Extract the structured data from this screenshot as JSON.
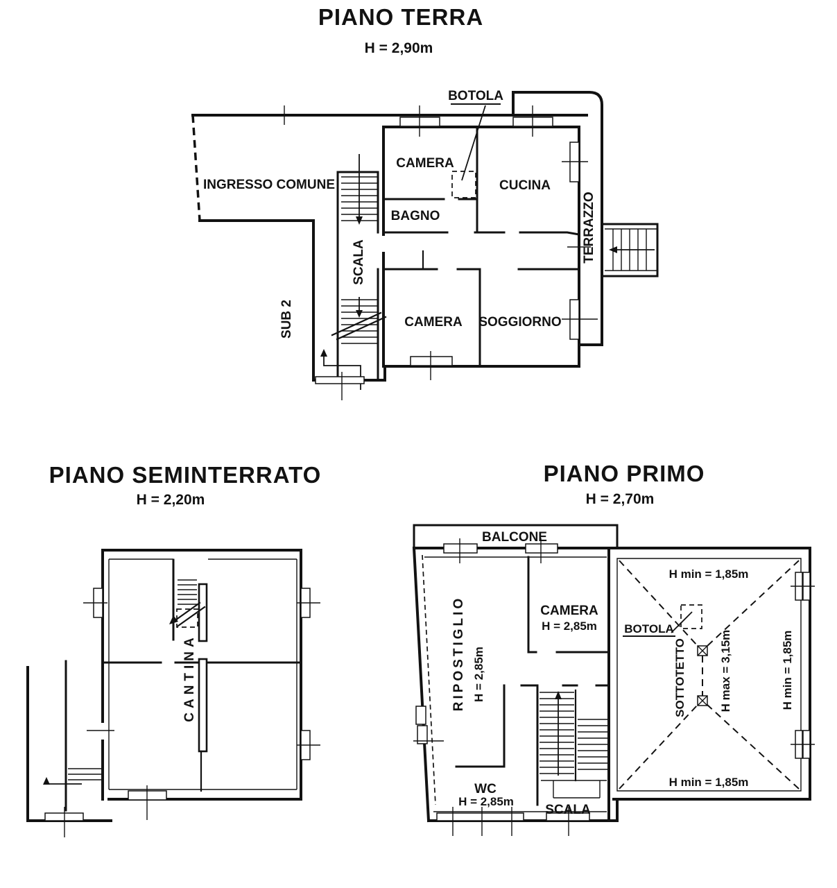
{
  "ground_floor": {
    "title": "PIANO TERRA",
    "height_label": "H = 2,90m",
    "rooms": {
      "ingresso": "INGRESSO COMUNE",
      "camera_top": "CAMERA",
      "bagno": "BAGNO",
      "cucina": "CUCINA",
      "camera_bottom": "CAMERA",
      "soggiorno": "SOGGIORNO"
    },
    "labels": {
      "scala": "SCALA",
      "terrazzo": "TERRAZZO",
      "sub2": "SUB 2",
      "botola": "BOTOLA"
    }
  },
  "basement": {
    "title": "PIANO SEMINTERRATO",
    "height_label": "H = 2,20m",
    "rooms": {
      "cantina": "CANTINA"
    }
  },
  "first_floor": {
    "title": "PIANO PRIMO",
    "height_label": "H = 2,70m",
    "rooms": {
      "balcone": "BALCONE",
      "ripostiglio": "RIPOSTIGLIO",
      "ripostiglio_height": "H = 2,85m",
      "camera": "CAMERA",
      "camera_height": "H = 2,85m",
      "wc": "WC",
      "wc_height": "H = 2,85m",
      "scala": "SCALA",
      "sottotetto": "SOTTOTETTO"
    },
    "labels": {
      "botola": "BOTOLA",
      "h_min_top": "H min = 1,85m",
      "h_min_right": "H min = 1,85m",
      "h_min_bottom": "H min = 1,85m",
      "h_max": "H max = 3,15m"
    }
  }
}
